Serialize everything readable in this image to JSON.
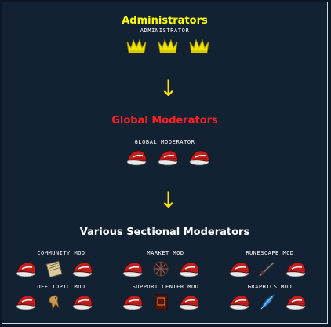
{
  "admins": {
    "title": "Administrators",
    "subtitle": "ADMINISTRATOR",
    "title_color": "#ffff00"
  },
  "globals": {
    "title": "Global Moderators",
    "subtitle": "GLOBAL MODERATOR",
    "title_color": "#ff2020"
  },
  "sectional": {
    "title": "Various Sectional Moderators",
    "title_color": "#ffffff"
  },
  "arrow_glyph": "↓",
  "groups": {
    "community": "COMMUNITY MOD",
    "market": "MARKET MOD",
    "runescape": "RUNESCAPE MOD",
    "offtopic": "OFF TOPIC MOD",
    "support": "SUPPORT CENTER MOD",
    "graphics": "GRAPHICS MOD"
  },
  "icons": {
    "crown": "gold-crown-icon",
    "hat": "santa-hat-icon",
    "scroll": "scroll-icon",
    "web": "web-icon",
    "sword": "sword-icon",
    "chicken": "chicken-icon",
    "book": "book-icon",
    "quill": "quill-icon"
  },
  "colors": {
    "background": "#122233",
    "border": "#cfd6de",
    "arrow": "#ffe400"
  }
}
